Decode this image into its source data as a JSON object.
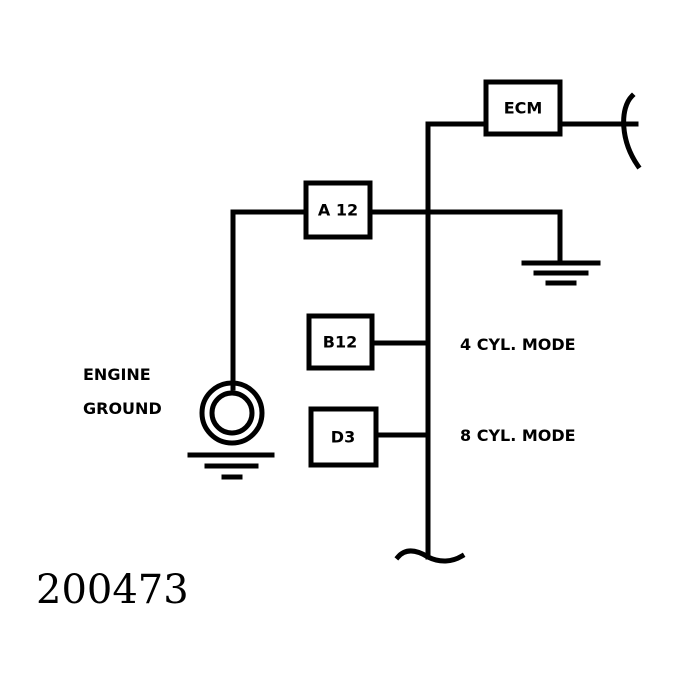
{
  "components": {
    "ecm": "ECM",
    "a12": "A 12",
    "b12": "B12",
    "d3": "D3"
  },
  "labels": {
    "engine": "ENGINE",
    "ground": "GROUND",
    "mode_4cyl": "4 CYL. MODE",
    "mode_8cyl": "8 CYL. MODE"
  },
  "figure_number": "200473",
  "colors": {
    "ink": "#000000",
    "paper": "#ffffff"
  }
}
